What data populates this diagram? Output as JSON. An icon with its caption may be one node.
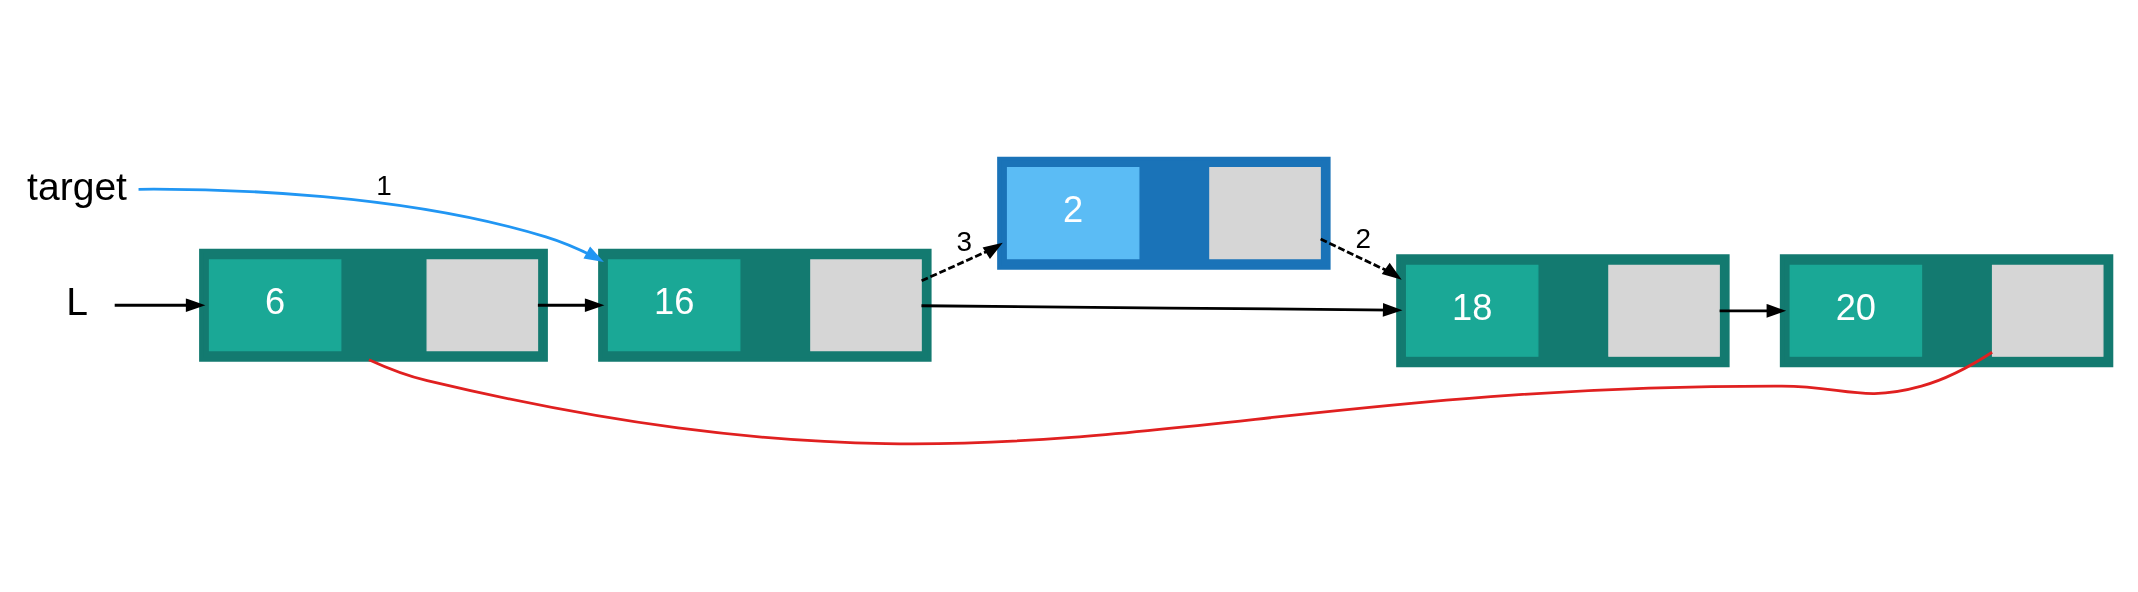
{
  "diagram": {
    "nodes": [
      {
        "text": [],
        "shape": "box"
      },
      {
        "text": [
          "6"
        ],
        "in": 0
      },
      {
        "text": [],
        "shape": "box",
        "in": 0
      },
      {
        "text": [],
        "shape": "box"
      },
      {
        "text": [
          "16"
        ],
        "in": 3
      },
      {
        "text": [],
        "shape": "box",
        "in": 3
      },
      {
        "text": [],
        "shape": "box"
      },
      {
        "text": [
          "18"
        ],
        "in": 6
      },
      {
        "text": [],
        "shape": "box",
        "in": 6
      },
      {
        "text": [],
        "shape": "box"
      },
      {
        "text": [
          "20"
        ],
        "in": 9
      },
      {
        "text": [],
        "shape": "box",
        "in": 9
      },
      {
        "text": [],
        "shape": "box"
      },
      {
        "text": [
          "2"
        ],
        "in": 12
      },
      {
        "text": [],
        "shape": "box",
        "in": 12
      },
      {
        "text": [
          "L"
        ]
      },
      {
        "text": [
          "target"
        ]
      }
    ],
    "edges": [
      {
        "from": 15,
        "to": 0,
        "arrow": "to"
      },
      {
        "from": 2,
        "to": 3,
        "arrow": "to"
      },
      {
        "from": 5,
        "to": 6,
        "arrow": "to"
      },
      {
        "from": 8,
        "to": 9,
        "arrow": "to"
      },
      {
        "from": 11,
        "to": 0,
        "arrow": "none",
        "color": "#e02020"
      },
      {
        "from": 16,
        "to": 3,
        "arrow": "to",
        "label": "1",
        "color": "#2196f3"
      },
      {
        "from": 14,
        "to": 6,
        "arrow": "to",
        "label": "2",
        "style": "dashed"
      },
      {
        "from": 5,
        "to": 12,
        "arrow": "to",
        "label": "3",
        "style": "dashed"
      }
    ]
  }
}
